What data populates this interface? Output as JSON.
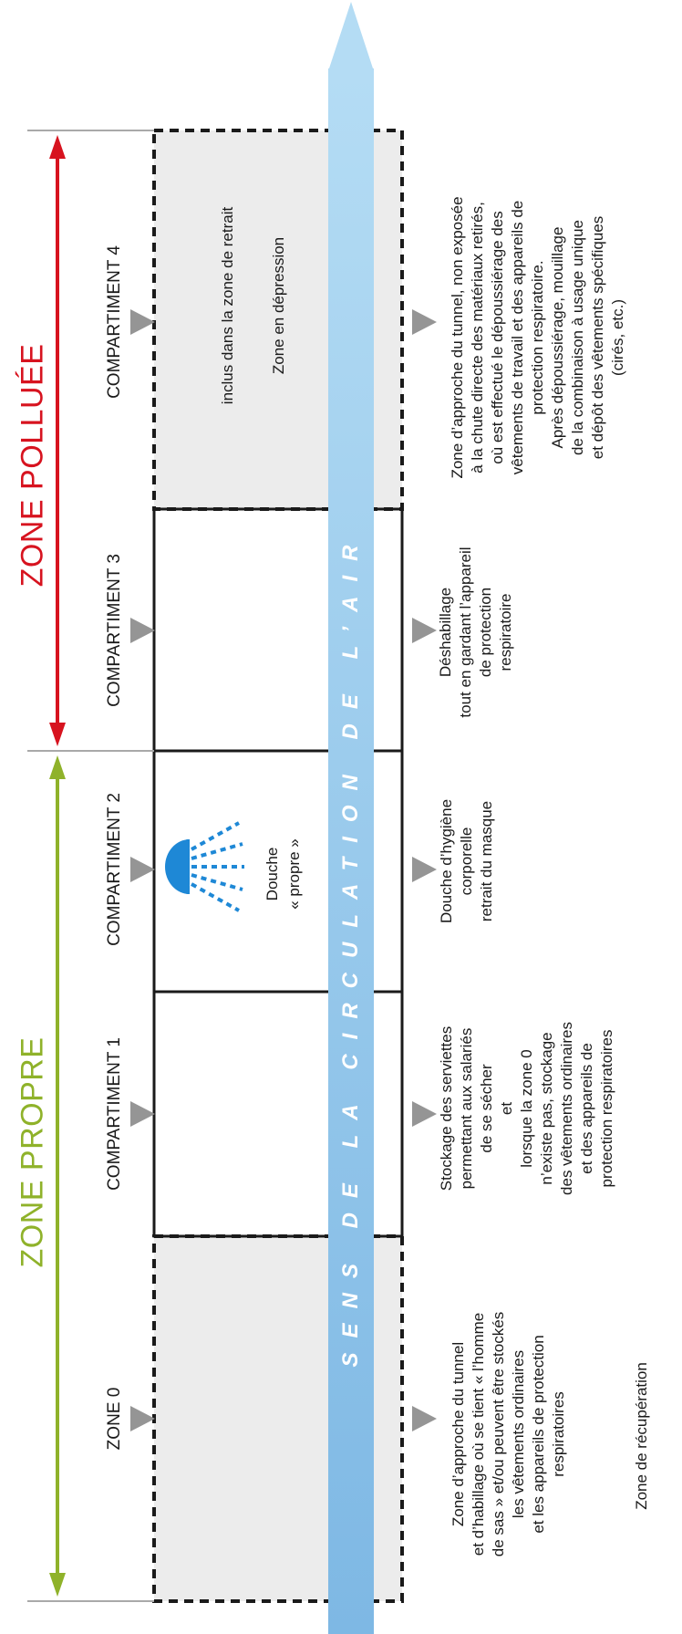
{
  "zones": {
    "propre": {
      "label": "ZONE PROPRE",
      "color": "#8fb22a"
    },
    "polluee": {
      "label": "ZONE POLLUÉE",
      "color": "#d7131f"
    }
  },
  "air": {
    "label": "SENS DE LA CIRCULATION DE L’AIR",
    "color": "#8ec6ea"
  },
  "compartments": [
    {
      "label": "ZONE 0"
    },
    {
      "label": "COMPARTIMENT 1"
    },
    {
      "label": "COMPARTIMENT 2"
    },
    {
      "label": "COMPARTIMENT 3"
    },
    {
      "label": "COMPARTIMENT 4"
    }
  ],
  "inner_notes": {
    "comp4_line1": "inclus dans la zone de retrait",
    "comp4_line2": "Zone en dépression"
  },
  "shower": {
    "line1": "Douche",
    "line2": "« propre »",
    "color": "#1e88d6"
  },
  "descriptions": {
    "zone0": {
      "lines": [
        "Zone d’approche du tunnel",
        "et d’habillage où se tient « l’homme",
        "de sas » et/ou peuvent être stockés",
        "les vêtements ordinaires",
        "et les appareils de protection",
        "respiratoires"
      ],
      "extra": "Zone de récupération"
    },
    "comp1": {
      "lines": [
        "Stockage des serviettes",
        "permettant aux salariés",
        "de se sécher",
        "et",
        "lorsque la zone 0",
        "n’existe pas, stockage",
        "des vêtements ordinaires",
        "et des appareils de",
        "protection respiratoires"
      ]
    },
    "comp2": {
      "lines": [
        "Douche d’hygiène",
        "corporelle",
        "retrait du masque"
      ]
    },
    "comp3": {
      "lines": [
        "Déshabillage",
        "tout en gardant l’appareil",
        "de protection",
        "respiratoire"
      ]
    },
    "comp4": {
      "lines": [
        "Zone d’approche du tunnel, non exposée",
        "à la chute directe des matériaux retirés,",
        "où est effectué le dépoussiérage des",
        "vêtements de travail et des appareils de",
        "protection respiratoire.",
        "Après dépoussiérage, mouillage",
        "de la combinaison à usage unique",
        "et dépôt des vêtements spécifiques",
        "(cirés, etc.)"
      ]
    }
  }
}
